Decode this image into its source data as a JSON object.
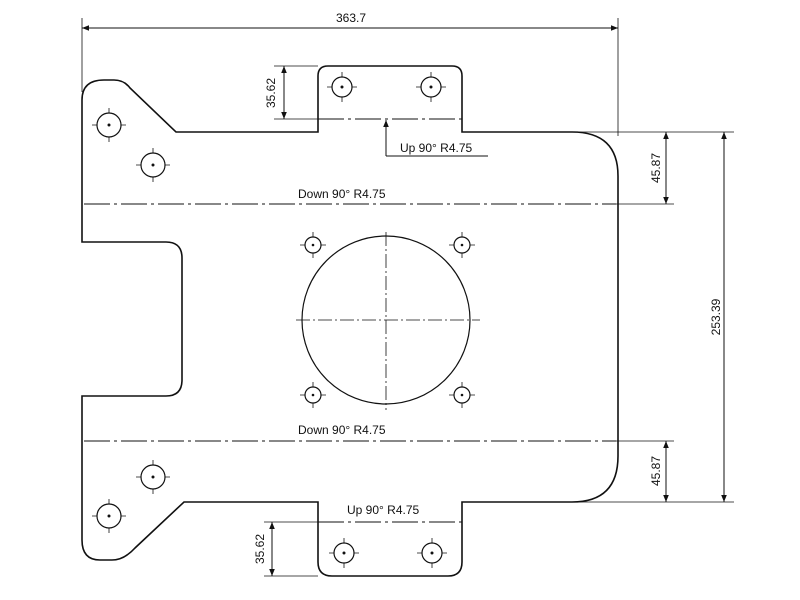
{
  "dimensions": {
    "overall_width": "363.7",
    "right_height": "253.39",
    "right_top_offset": "45.87",
    "right_bottom_offset": "45.87",
    "top_tab_height": "35.62",
    "bottom_tab_height": "35.62"
  },
  "bend_notes": {
    "top_tab": "Up 90° R4.75",
    "upper_line": "Down 90° R4.75",
    "lower_line": "Down 90° R4.75",
    "bottom_tab": "Up 90° R4.75"
  },
  "colors": {
    "line": "#111111",
    "background": "#ffffff"
  }
}
